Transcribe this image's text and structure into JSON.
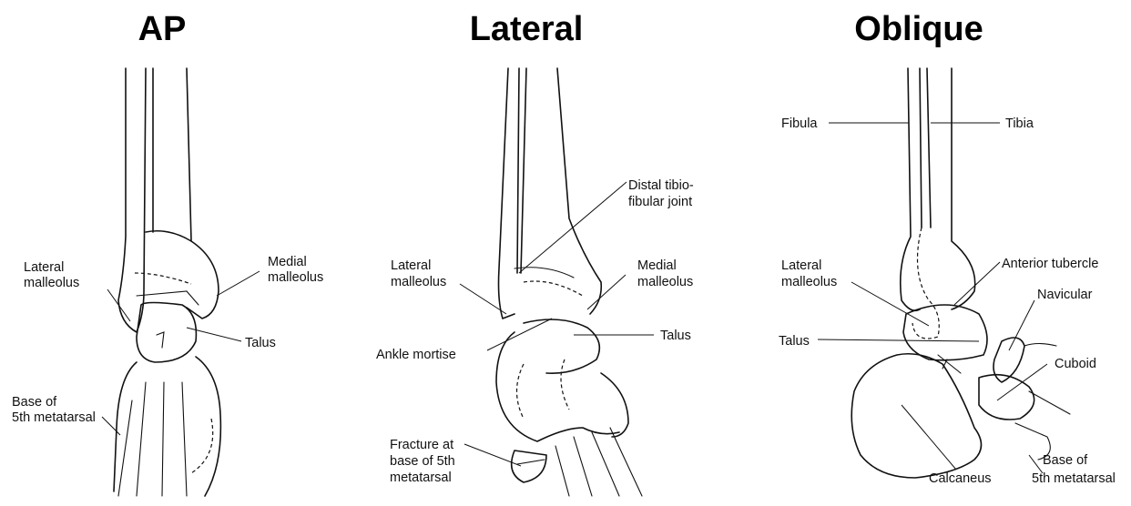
{
  "panels": {
    "ap": {
      "title": "AP",
      "labels": {
        "lateral_malleolus": [
          "Lateral",
          "malleolus"
        ],
        "medial_malleolus": [
          "Medial",
          "malleolus"
        ],
        "talus": "Talus",
        "base_5th_metatarsal": [
          "Base of",
          "5th metatarsal"
        ]
      }
    },
    "lateral": {
      "title": "Lateral",
      "labels": {
        "distal_tibiofibular_joint": [
          "Distal tibio-",
          "fibular joint"
        ],
        "lateral_malleolus": [
          "Lateral",
          "malleolus"
        ],
        "medial_malleolus": [
          "Medial",
          "malleolus"
        ],
        "talus": "Talus",
        "ankle_mortise": "Ankle mortise",
        "fracture": [
          "Fracture at",
          "base of 5th",
          "metatarsal"
        ]
      }
    },
    "oblique": {
      "title": "Oblique",
      "labels": {
        "fibula": "Fibula",
        "tibia": "Tibia",
        "lateral_malleolus": [
          "Lateral",
          "malleolus"
        ],
        "anterior_tubercle": "Anterior tubercle",
        "navicular": "Navicular",
        "talus": "Talus",
        "cuboid": "Cuboid",
        "calcaneus": "Calcaneus",
        "base_5th_metatarsal": [
          "Base of",
          "5th metatarsal"
        ]
      }
    }
  }
}
